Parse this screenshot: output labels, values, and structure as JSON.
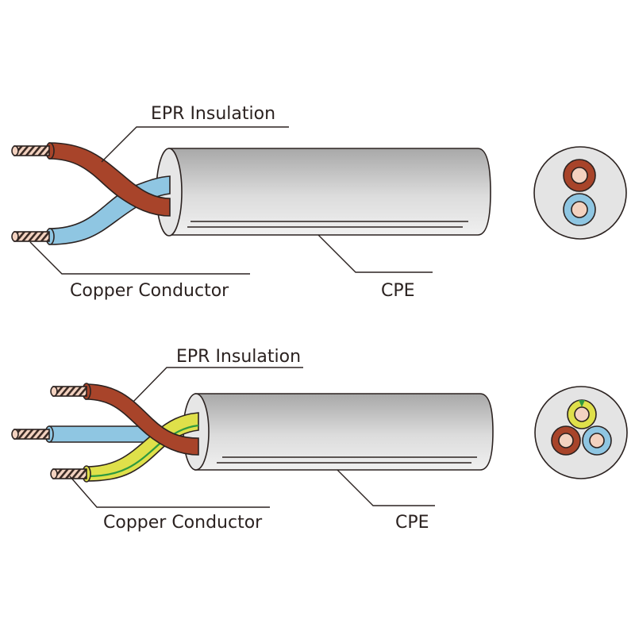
{
  "diagrams": [
    {
      "name": "two-core cable",
      "labels": {
        "insulation": "EPR Insulation",
        "conductor": "Copper Conductor",
        "sheath": "CPE"
      },
      "cores": [
        "brown",
        "blue"
      ]
    },
    {
      "name": "three-core cable",
      "labels": {
        "insulation": "EPR Insulation",
        "conductor": "Copper Conductor",
        "sheath": "CPE"
      },
      "cores": [
        "brown",
        "blue",
        "green-yellow"
      ]
    }
  ],
  "colors": {
    "brown": "#a8442a",
    "blue": "#8fc6e2",
    "yellow": "#dfe04a",
    "green_stripe": "#2f9a3f",
    "copper": "#f3d2c0",
    "sheath_light": "#ececec",
    "sheath_dark": "#a9a9a9",
    "outline": "#2b2220"
  }
}
